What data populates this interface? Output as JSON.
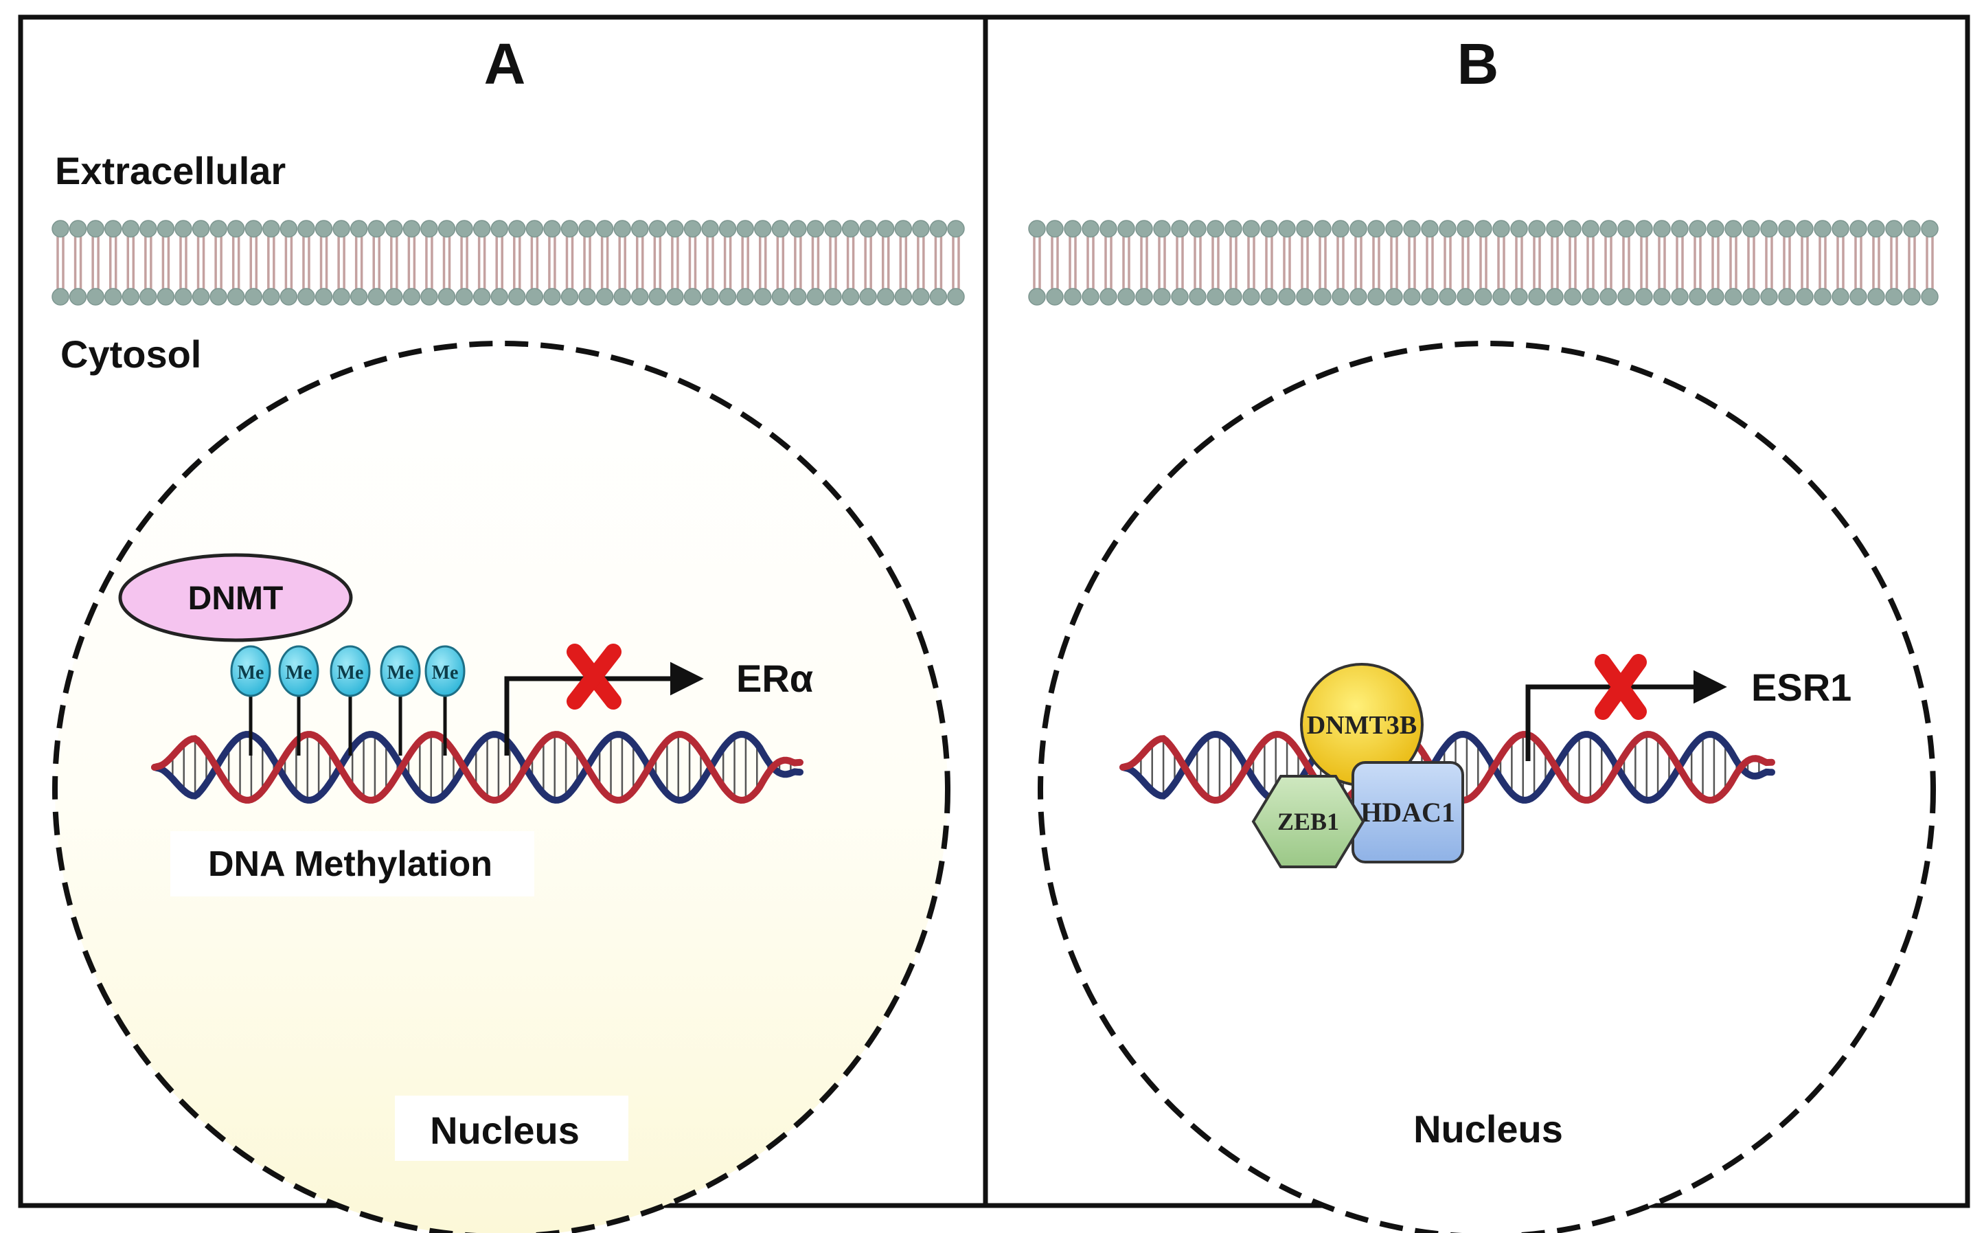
{
  "panels": [
    {
      "letter": "A",
      "extracellular_label": "Extracellular",
      "cytosol_label": "Cytosol",
      "nucleus_label": "Nucleus",
      "enzyme_label": "DNMT",
      "methyl_label": "Me",
      "methyl_count": 5,
      "target_gene": "ERα",
      "process_label": "DNA Methylation",
      "transcription_blocked": true
    },
    {
      "letter": "B",
      "nucleus_label": "Nucleus",
      "complex": {
        "dnmt_label": "DNMT3B",
        "zeb_label": "ZEB1",
        "hdac_label": "HDAC1"
      },
      "target_gene": "ESR1",
      "transcription_blocked": true
    }
  ],
  "colors": {
    "frame": "#111111",
    "membrane_head": "#93aba4",
    "membrane_tail": "#c4a1a0",
    "dna_red": "#b52a35",
    "dna_blue": "#22306e",
    "dnmt_fill": "#f5c4ef",
    "methyl_fill": "#45c9e4",
    "dnmt3b_fill": "#f6d11c",
    "zeb1_fill": "#b7d9a4",
    "hdac1_fill": "#a9c6ef",
    "block_x": "#e01b1b",
    "nucleus_tint_a": "#fdfbe0"
  }
}
